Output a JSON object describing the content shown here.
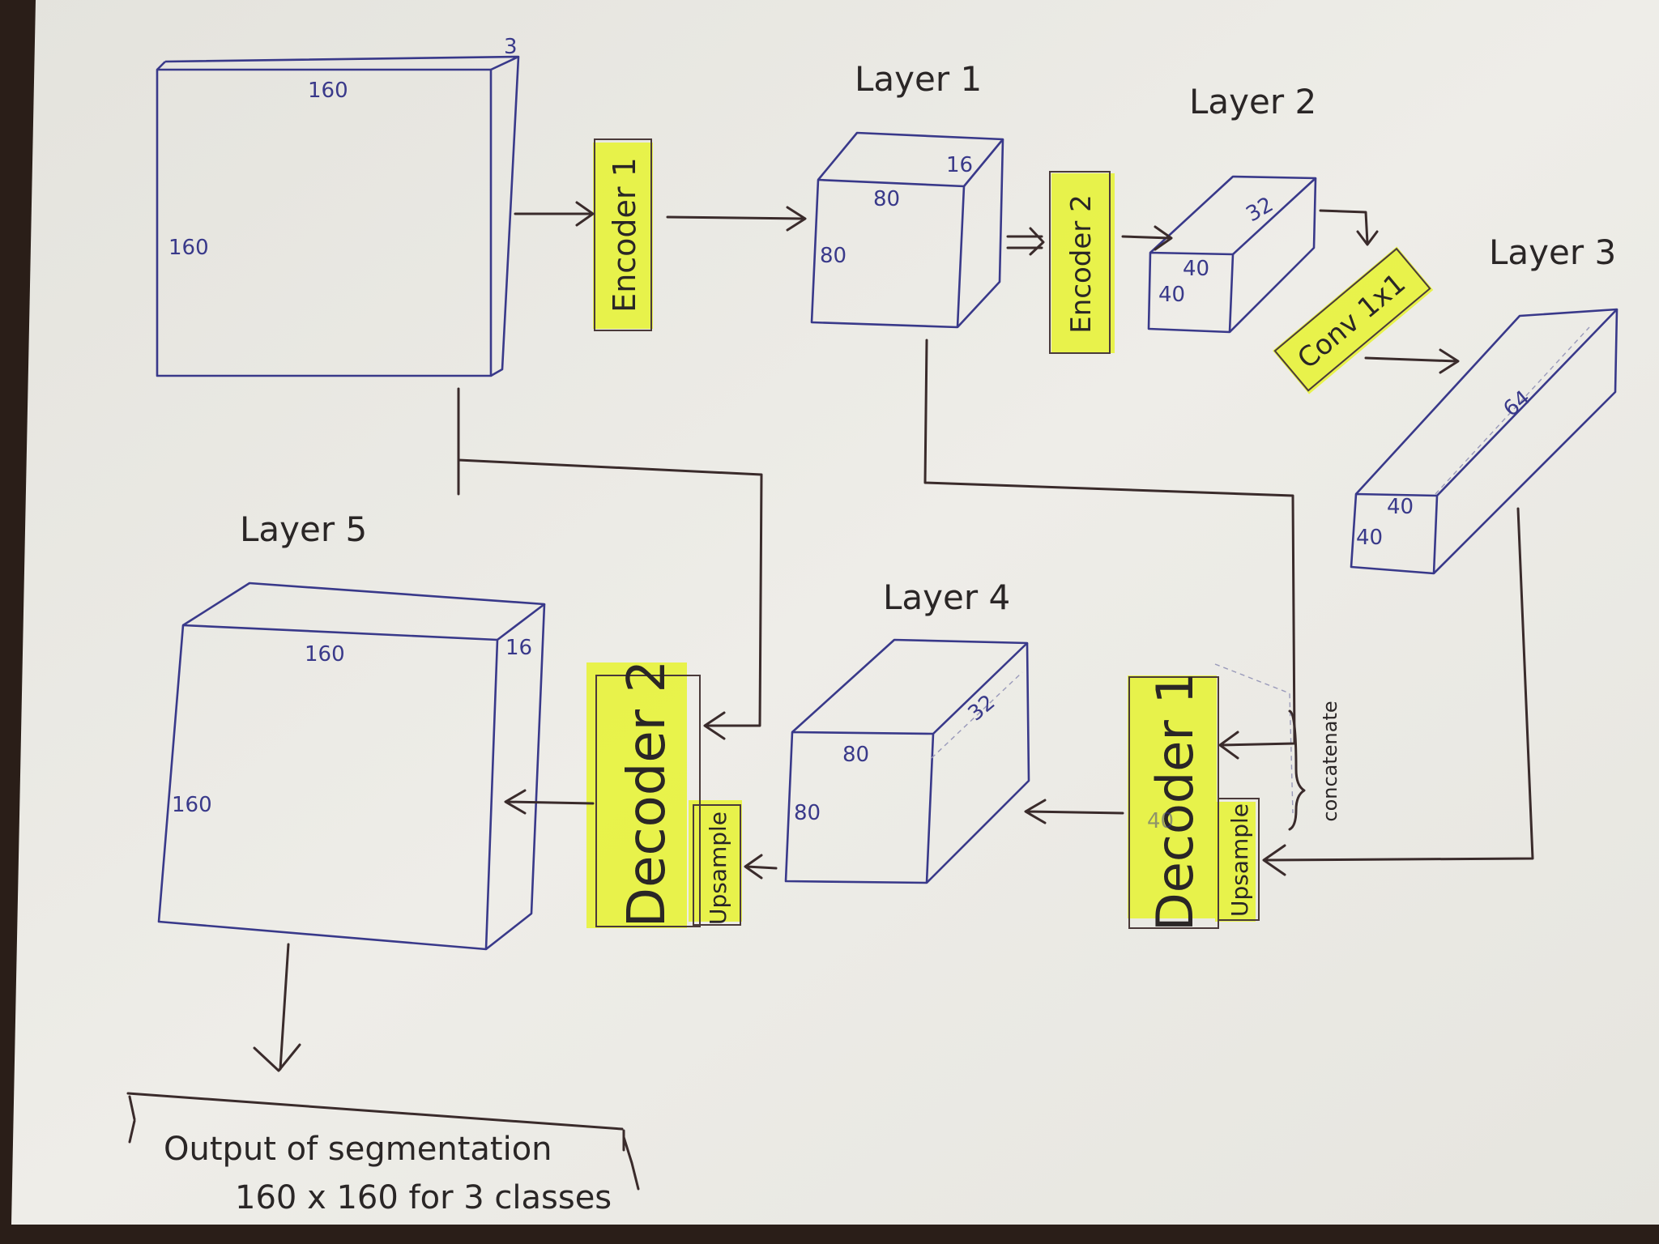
{
  "diagram": {
    "layers": [
      {
        "id": "input",
        "name": "",
        "dims": [
          "160",
          "160",
          "3"
        ]
      },
      {
        "id": "layer1",
        "name": "Layer 1",
        "dims": [
          "80",
          "80",
          "16"
        ]
      },
      {
        "id": "layer2",
        "name": "Layer 2",
        "dims": [
          "40",
          "40",
          "32"
        ]
      },
      {
        "id": "layer3",
        "name": "Layer 3",
        "dims": [
          "40",
          "40",
          "64"
        ]
      },
      {
        "id": "layer4",
        "name": "Layer 4",
        "dims": [
          "80",
          "80",
          "32"
        ]
      },
      {
        "id": "layer5",
        "name": "Layer 5",
        "dims": [
          "160",
          "160",
          "16"
        ]
      }
    ],
    "blocks": {
      "encoder1": "Encoder 1",
      "encoder2": "Encoder 2",
      "conv": "Conv 1x1",
      "decoder1": "Decoder 1",
      "decoder2": "Decoder 2",
      "upsample1": "Upsample",
      "upsample2": "Upsample",
      "concatenate": "concatenate",
      "ghost_dim": "40"
    },
    "output": {
      "line1": "Output of segmentation",
      "line2": "160 x 160 for 3 classes"
    },
    "colors": {
      "ink": "#39398a",
      "pen": "#2a2626",
      "highlight": "#e7f33a",
      "paper": "#ecebe6"
    }
  }
}
